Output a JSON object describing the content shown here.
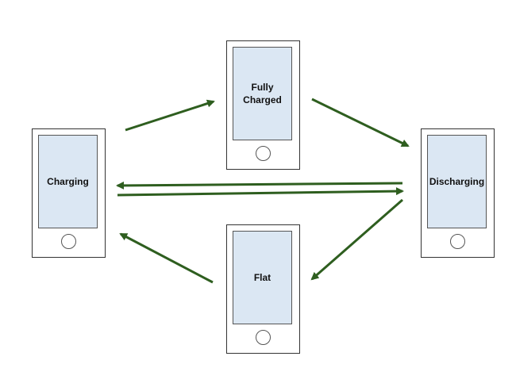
{
  "diagram": {
    "colors": {
      "arrow": "#2e5e1f",
      "screen": "#dbe7f3",
      "outline": "#333333"
    },
    "states": {
      "fully_charged": "Fully\nCharged",
      "charging": "Charging",
      "discharging": "Discharging",
      "flat": "Flat"
    },
    "transitions": [
      {
        "from": "Charging",
        "to": "Fully Charged"
      },
      {
        "from": "Fully Charged",
        "to": "Discharging"
      },
      {
        "from": "Discharging",
        "to": "Charging"
      },
      {
        "from": "Charging",
        "to": "Discharging"
      },
      {
        "from": "Discharging",
        "to": "Flat"
      },
      {
        "from": "Flat",
        "to": "Charging"
      }
    ]
  }
}
